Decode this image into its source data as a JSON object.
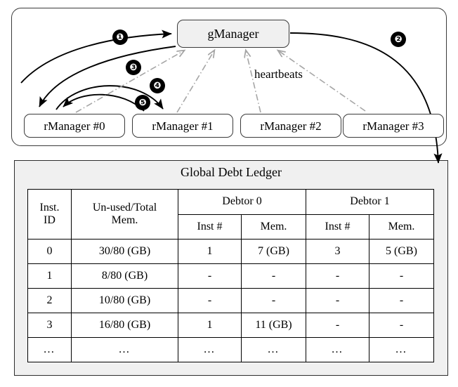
{
  "diagram": {
    "gmanager": {
      "label": "gManager"
    },
    "rmanagers": [
      {
        "label": "rManager #0"
      },
      {
        "label": "rManager #1"
      },
      {
        "label": "rManager #2"
      },
      {
        "label": "rManager #3"
      }
    ],
    "heartbeats_label": "heartbeats",
    "step_badges": [
      {
        "id": "step-1",
        "label": "❶"
      },
      {
        "id": "step-2",
        "label": "❷"
      },
      {
        "id": "step-3",
        "label": "❸"
      },
      {
        "id": "step-4",
        "label": "❹"
      },
      {
        "id": "step-5",
        "label": "❺"
      }
    ],
    "colors": {
      "node_fill_highlight": "#f0f0f0",
      "panel_fill": "#f0f0f0",
      "stroke": "#3a3a3a",
      "heartbeat_stroke": "#a6a6a6",
      "badge_fill": "#000000"
    }
  },
  "ledger": {
    "title": "Global Debt Ledger",
    "headers": {
      "inst_id": "Inst. ID",
      "inst_id_line1": "Inst.",
      "inst_id_line2": "ID",
      "unused_total": "Un-used/Total Mem.",
      "unused_line1": "Un-used/Total",
      "unused_line2": "Mem.",
      "debtor0": "Debtor 0",
      "debtor1": "Debtor 1",
      "inst_num": "Inst #",
      "mem": "Mem."
    },
    "rows": [
      {
        "inst_id": "0",
        "unused_total": "30/80 (GB)",
        "d0_inst": "1",
        "d0_mem": "7 (GB)",
        "d1_inst": "3",
        "d1_mem": "5 (GB)",
        "highlight": true
      },
      {
        "inst_id": "1",
        "unused_total": "8/80 (GB)",
        "d0_inst": "-",
        "d0_mem": "-",
        "d1_inst": "-",
        "d1_mem": "-",
        "highlight": false
      },
      {
        "inst_id": "2",
        "unused_total": "10/80 (GB)",
        "d0_inst": "-",
        "d0_mem": "-",
        "d1_inst": "-",
        "d1_mem": "-",
        "highlight": false
      },
      {
        "inst_id": "3",
        "unused_total": "16/80 (GB)",
        "d0_inst": "1",
        "d0_mem": "11 (GB)",
        "d1_inst": "-",
        "d1_mem": "-",
        "highlight": true
      },
      {
        "inst_id": "…",
        "unused_total": "…",
        "d0_inst": "…",
        "d0_mem": "…",
        "d1_inst": "…",
        "d1_mem": "…",
        "highlight": false
      }
    ]
  }
}
